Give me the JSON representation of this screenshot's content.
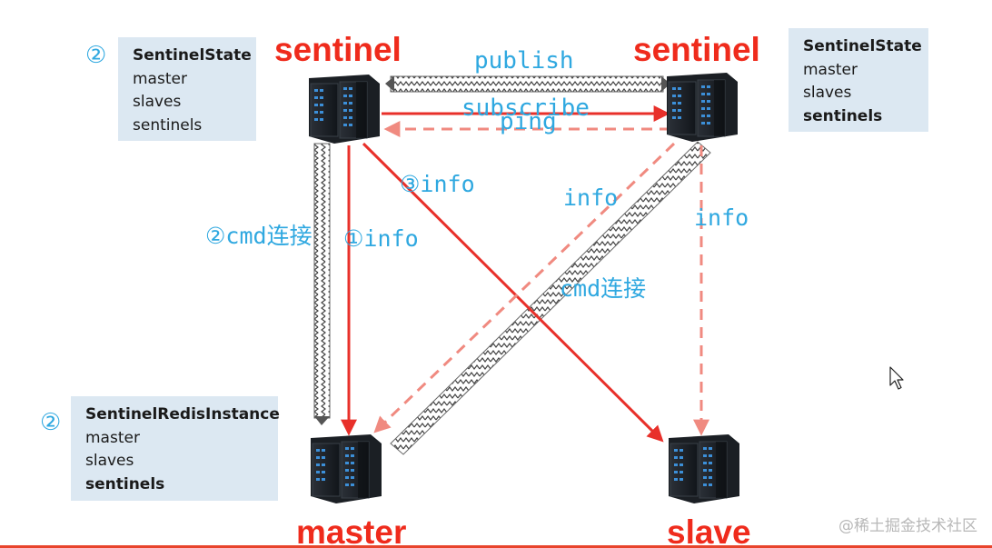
{
  "nodes": {
    "sentinel_left": {
      "label": "sentinel"
    },
    "sentinel_right": {
      "label": "sentinel"
    },
    "master": {
      "label": "master"
    },
    "slave": {
      "label": "slave"
    }
  },
  "boxes": {
    "top_left": {
      "marker": "②",
      "title": "SentinelState",
      "lines": [
        "master",
        "slaves",
        "sentinels"
      ]
    },
    "top_right": {
      "title": "SentinelState",
      "lines": [
        "master",
        "slaves",
        "sentinels"
      ]
    },
    "bottom_left": {
      "marker": "②",
      "title": "SentinelRedisInstance",
      "lines": [
        "master",
        "slaves",
        "sentinels"
      ]
    }
  },
  "edge_labels": {
    "publish": "publish",
    "subscribe": "subscribe",
    "ping": "ping",
    "info_3": "③info",
    "cmd_left": "②cmd连接",
    "info_1": "①info",
    "info_right_diag": "info",
    "info_right": "info",
    "cmd_cross": "cmd连接"
  },
  "watermark": "@稀土掘金技术社区",
  "colors": {
    "label_red": "#ef2b1c",
    "arrow_red": "#e8302a",
    "dashed_red": "#f08a80",
    "label_blue": "#2fa8e0",
    "box_bg": "#dce8f2"
  }
}
